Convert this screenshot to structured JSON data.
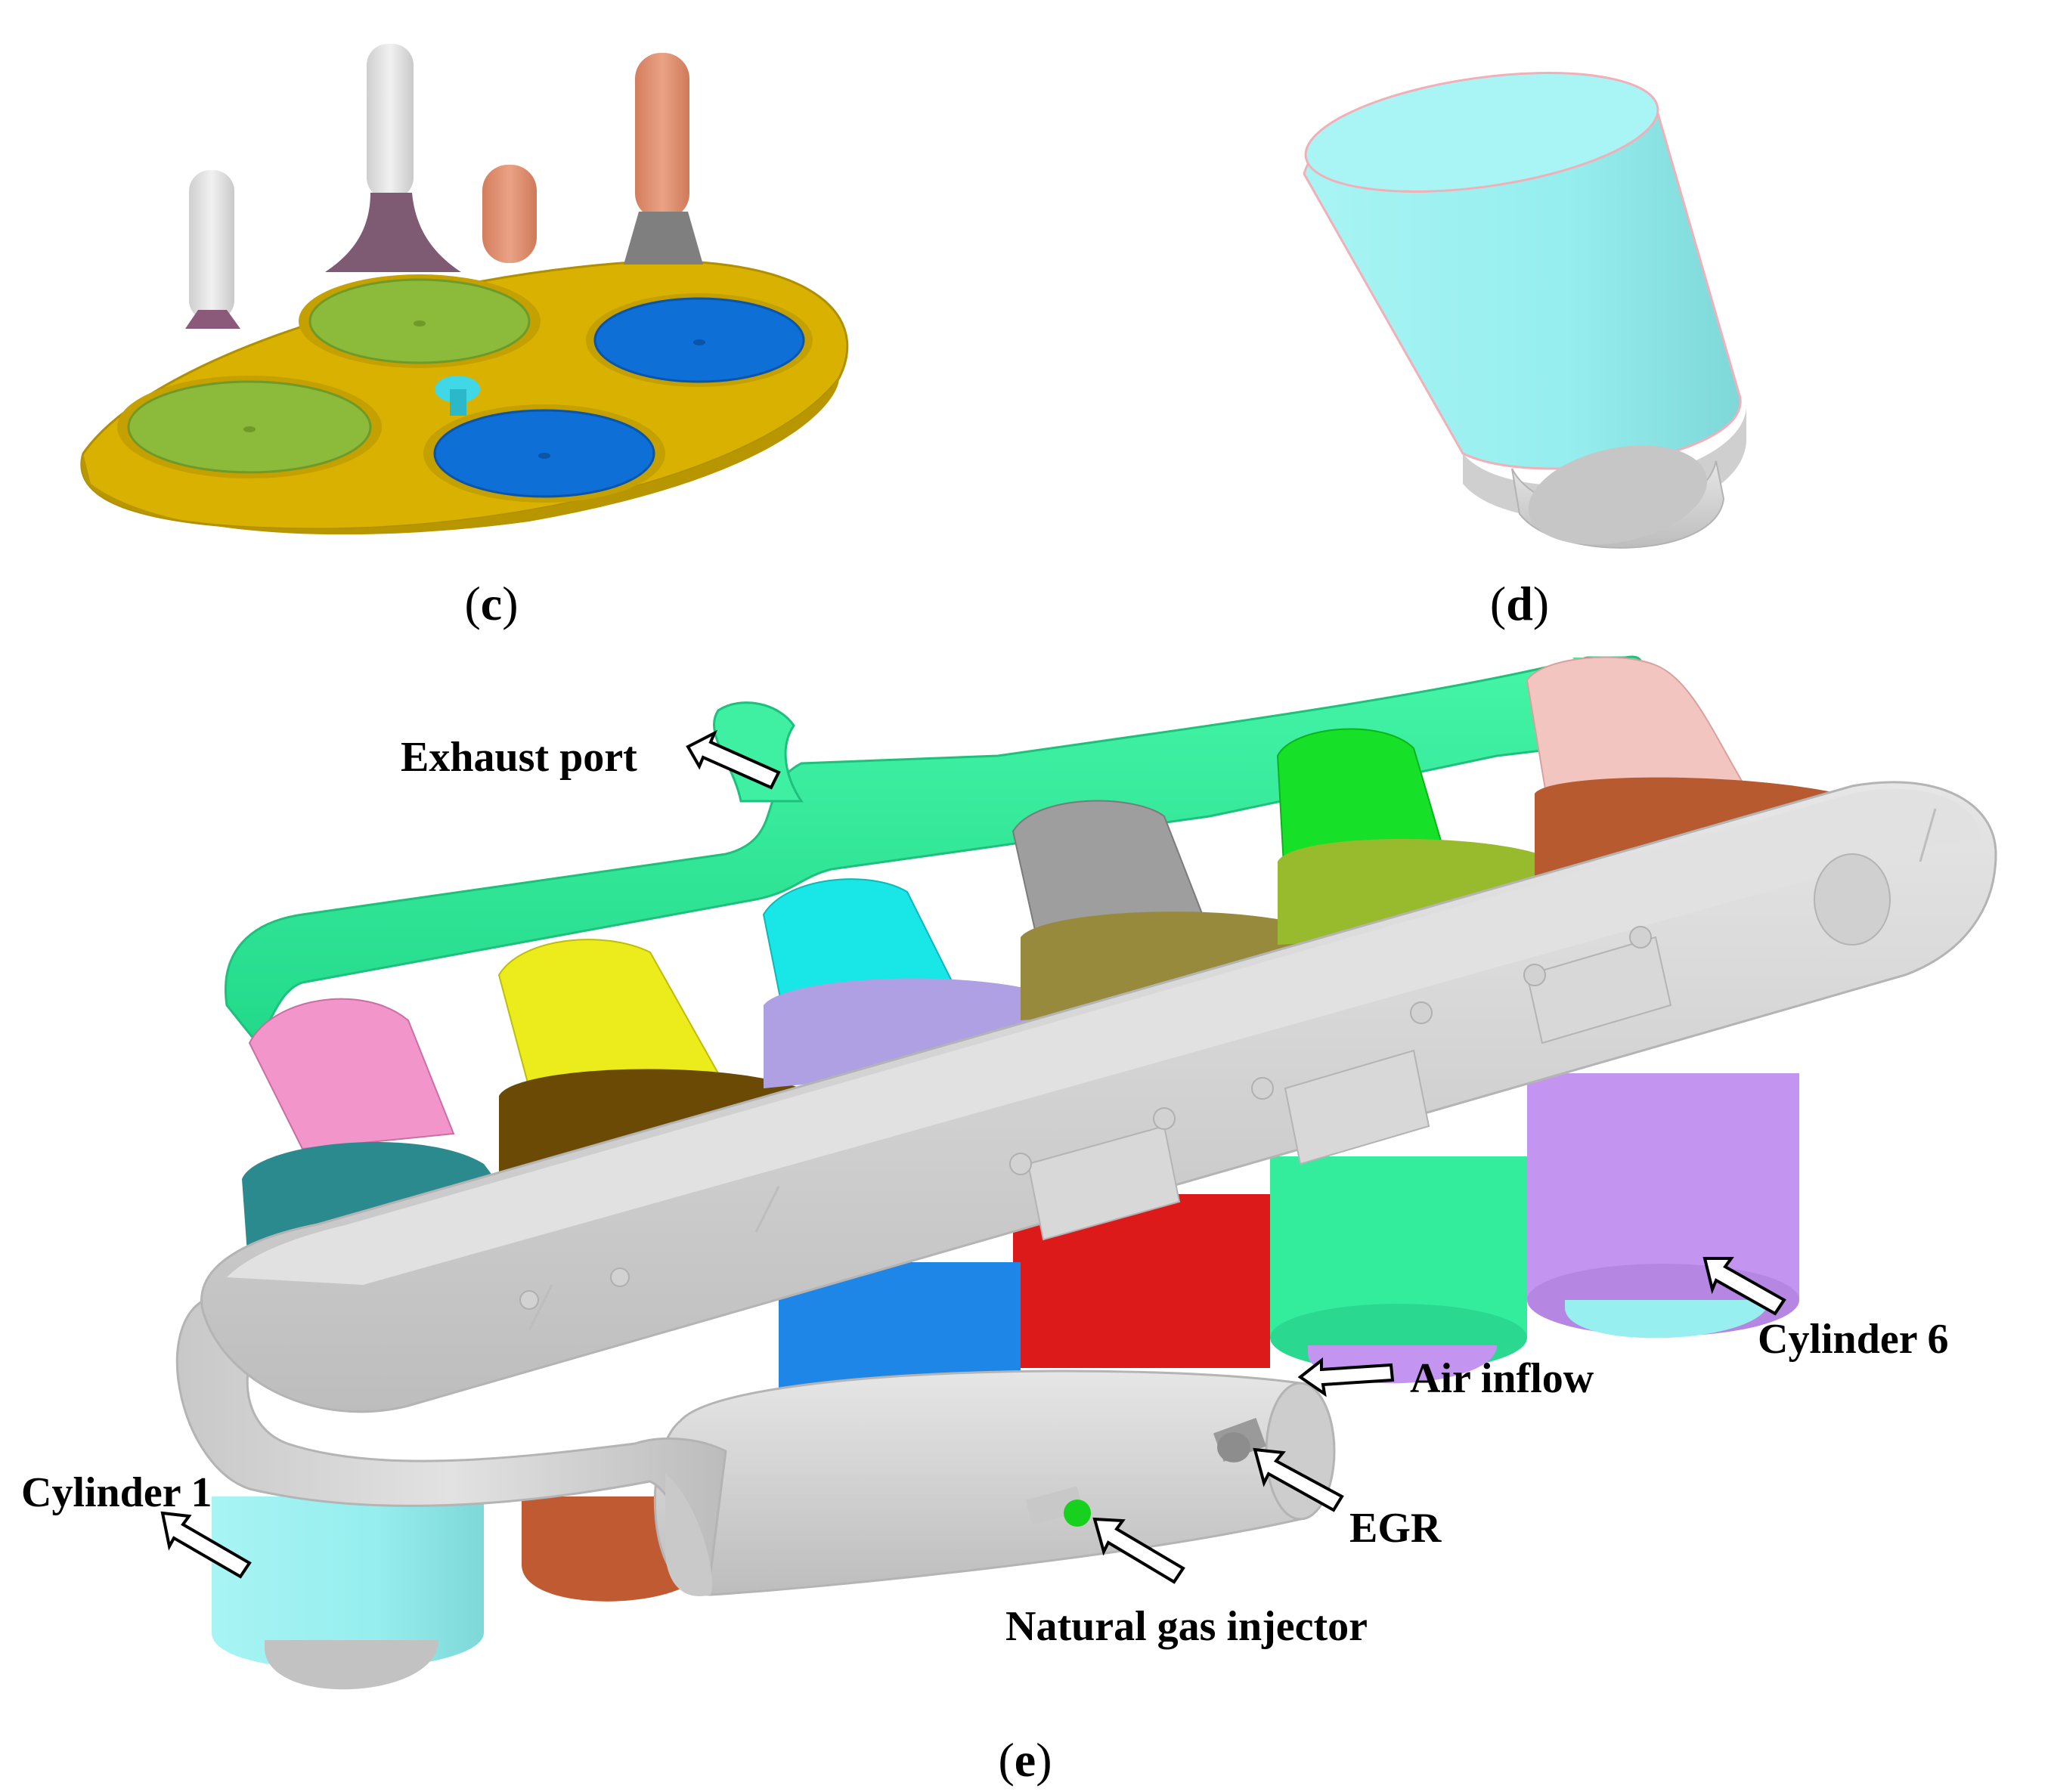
{
  "panels": {
    "c": {
      "caption_open": "(",
      "caption_letter": "c",
      "caption_close": ")"
    },
    "d": {
      "caption_open": "(",
      "caption_letter": "d",
      "caption_close": ")"
    },
    "e": {
      "caption_open": "(",
      "caption_letter": "e",
      "caption_close": ")"
    }
  },
  "labels": {
    "exhaust_port": "Exhaust port",
    "air_inflow": "Air inflow",
    "cylinder_6": "Cylinder 6",
    "cylinder_1": "Cylinder 1",
    "egr": "EGR",
    "natural_gas_injector": "Natural gas injector"
  },
  "colors": {
    "valve_plate": "#d9b100",
    "intake_valve": "#8cba3a",
    "exhaust_valve": "#0e6fd6",
    "stem_white": "#e4e4e4",
    "stem_orange": "#e1906f",
    "cylinder_cyan": "#97efef",
    "manifold_gray": "#d4d4d4",
    "exhaust_green": "#33ec9c"
  }
}
